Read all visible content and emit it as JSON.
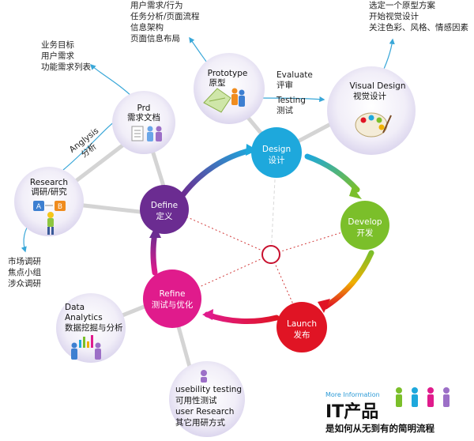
{
  "cycle": {
    "design": {
      "en": "Design",
      "zh": "设计",
      "color": "#1ea8dc"
    },
    "develop": {
      "en": "Develop",
      "zh": "开发",
      "color": "#7bbf2a"
    },
    "launch": {
      "en": "Launch",
      "zh": "发布",
      "color": "#e01424"
    },
    "refine": {
      "en": "Refine",
      "zh": "测试与优化",
      "color": "#e01b8c"
    },
    "define": {
      "en": "Define",
      "zh": "定义",
      "color": "#6b2c91"
    }
  },
  "satellites": {
    "research": {
      "en": "Research",
      "zh": "调研/研究"
    },
    "prd": {
      "en": "Prd",
      "zh": "需求文档"
    },
    "prototype": {
      "en": "Prototype",
      "zh": "原型"
    },
    "visual": {
      "en": "Visual Design",
      "zh": "视觉设计"
    },
    "data": {
      "l1": "Data",
      "l2": "Analytics",
      "l3": "数据挖掘与分析"
    },
    "usability": {
      "l1": "usebility testing",
      "l2": "可用性测试",
      "l3": "user Research",
      "l4": "其它用研方式"
    }
  },
  "notes": {
    "prd_goals": [
      "业务目标",
      "用户需求",
      "功能需求列表"
    ],
    "prototype_tasks": [
      "用户需求/行为",
      "任务分析/页面流程",
      "信息架构",
      "页面信息布局"
    ],
    "visual_tasks": [
      "选定一个原型方案",
      "开始视觉设计",
      "关注色彩、风格、情感因素"
    ],
    "research_methods": [
      "市场调研",
      "焦点小组",
      "涉众调研"
    ],
    "analysis": {
      "en": "Anglysis",
      "zh": "分析"
    },
    "evaluate": [
      "Evaluate",
      "评审",
      "Testing",
      "测试"
    ],
    "ab": [
      "A",
      "B"
    ]
  },
  "footer": {
    "more": "More Information",
    "title": "IT产品",
    "subtitle": "是如何从无到有的简明流程"
  },
  "colors": {
    "arrow_blue": "#39a7d8",
    "spoke": "#cfcfcf",
    "dotted": "#d23a3a",
    "satellite_fill": "#ece9f6"
  }
}
